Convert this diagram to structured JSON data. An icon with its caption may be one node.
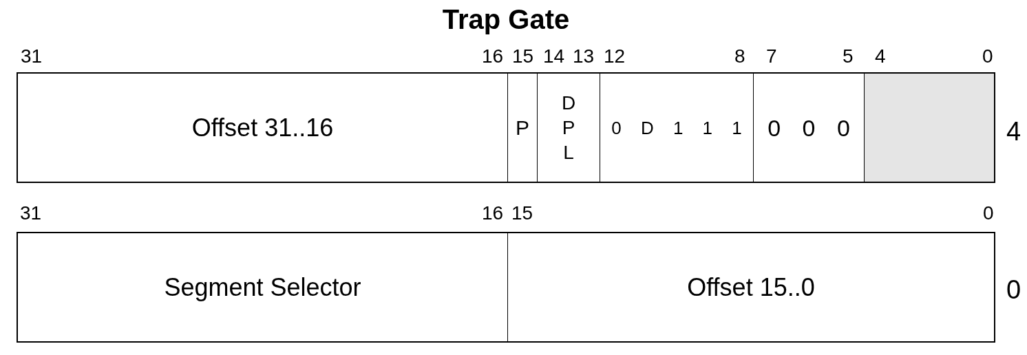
{
  "diagram": {
    "title": "Trap Gate",
    "nodes": [
      {
        "text": [],
        "shape": "box",
        "beside": [
          "4"
        ]
      },
      {
        "text": [
          "Offset 31..16"
        ],
        "in": 0
      },
      {
        "text": [
          "P"
        ],
        "in": 0
      },
      {
        "text": [
          "D P L"
        ],
        "in": 0
      },
      {
        "text": [
          "0 D 1 1 1"
        ],
        "in": 0
      },
      {
        "text": [
          "0 0 0"
        ],
        "in": 0
      },
      {
        "text": [],
        "shape": "box",
        "in": 0
      },
      {
        "text": [],
        "shape": "box",
        "beside": [
          "0"
        ]
      },
      {
        "text": [
          "Segment Selector"
        ],
        "in": 7
      },
      {
        "text": [
          "Offset 15..0"
        ],
        "in": 7
      }
    ],
    "labels": [
      "31",
      "16",
      "15",
      "14",
      "13",
      "12",
      "8",
      "7",
      "5",
      "4",
      "0",
      "31",
      "16",
      "15",
      "0"
    ]
  }
}
